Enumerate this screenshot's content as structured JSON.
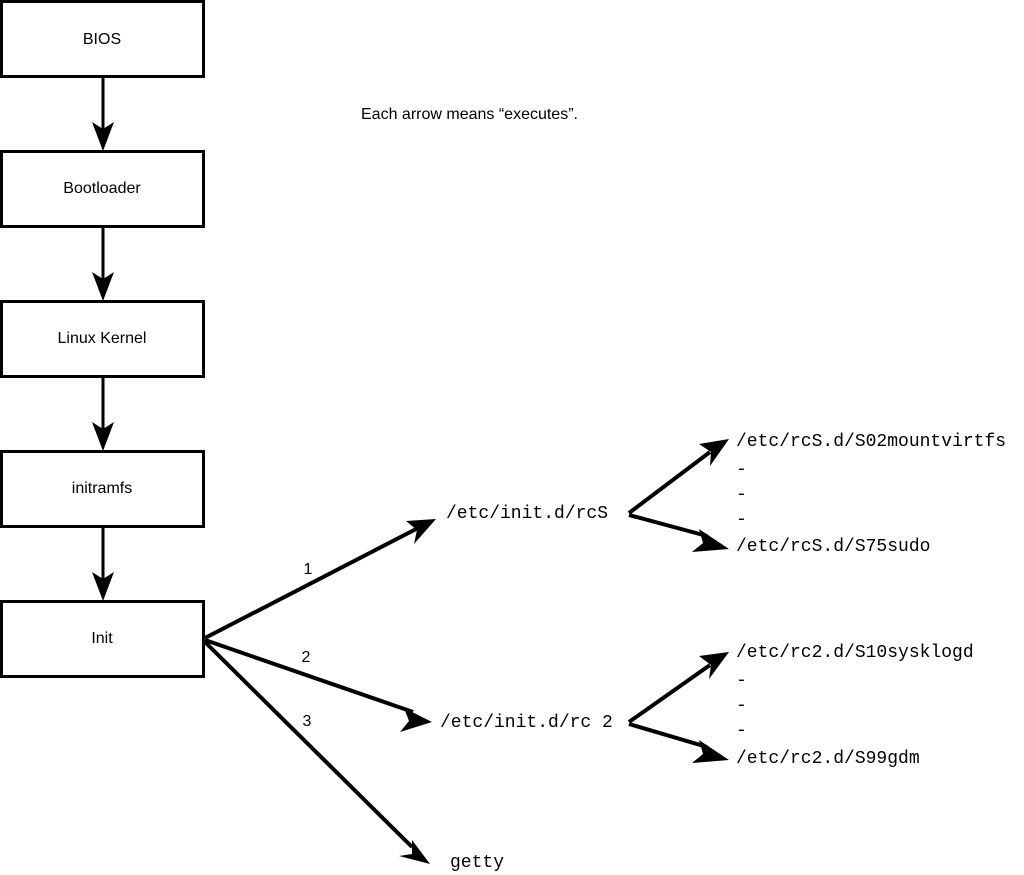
{
  "caption": {
    "text": "Each arrow means “executes”."
  },
  "boot_chain": {
    "boxes": [
      {
        "id": "bios",
        "label": "BIOS"
      },
      {
        "id": "bootloader",
        "label": "Bootloader"
      },
      {
        "id": "kernel",
        "label": "Linux Kernel"
      },
      {
        "id": "initramfs",
        "label": "initramfs"
      },
      {
        "id": "init",
        "label": "Init"
      }
    ]
  },
  "init_branches": [
    {
      "number": "1",
      "target": "/etc/init.d/rcS"
    },
    {
      "number": "2",
      "target": "/etc/init.d/rc 2"
    },
    {
      "number": "3",
      "target": "getty"
    }
  ],
  "rcs_scripts": {
    "first": "/etc/rcS.d/S02mountvirtfs",
    "ellipsis": [
      "-",
      "-",
      "-"
    ],
    "last": "/etc/rcS.d/S75sudo"
  },
  "rc2_scripts": {
    "first": "/etc/rc2.d/S10sysklogd",
    "ellipsis": [
      "-",
      "-",
      "-"
    ],
    "last": "/etc/rc2.d/S99gdm"
  },
  "colors": {
    "stroke": "#000000",
    "fill": "#ffffff",
    "text": "#000000"
  }
}
